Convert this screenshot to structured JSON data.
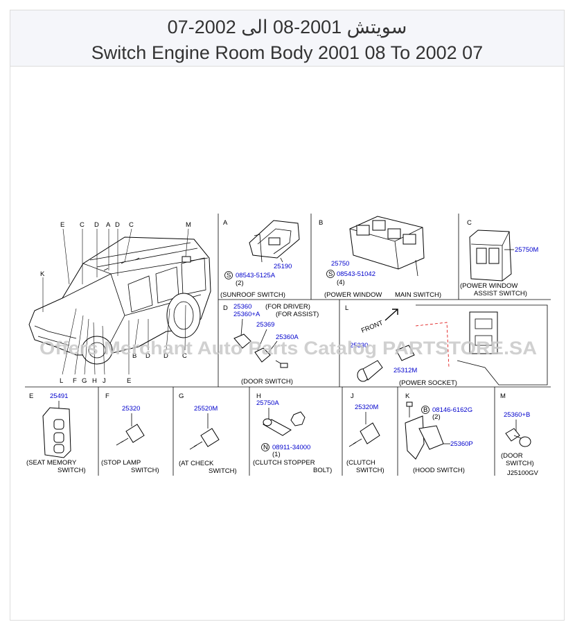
{
  "header": {
    "title_ar": "سويتش 2001-08 الى 2002-07",
    "title_en": "Switch Engine Room Body 2001 08 To 2002 07"
  },
  "watermark": "Offers Merchant Auto Parts Catalog PARTSTORE.SA",
  "overview": {
    "callouts_top": [
      "E",
      "C",
      "D",
      "A",
      "D",
      "C",
      "M"
    ],
    "callout_k": "K",
    "callouts_bottom": [
      "L",
      "F",
      "G",
      "H",
      "J",
      "E",
      "B",
      "D",
      "D",
      "C"
    ]
  },
  "panels": {
    "A": {
      "letter": "A",
      "part": "25190",
      "screw": "08543-5125A",
      "screw_symbol": "S",
      "qty": "(2)",
      "caption": "(SUNROOF  SWITCH)"
    },
    "B": {
      "letter": "B",
      "part": "25750",
      "screw": "08543-51042",
      "screw_symbol": "S",
      "qty": "(4)",
      "caption1": "(POWER  WINDOW",
      "caption2": "MAIN  SWITCH)"
    },
    "C": {
      "letter": "C",
      "part": "25750M",
      "caption1": "(POWER  WINDOW",
      "caption2": "ASSIST  SWITCH)"
    },
    "D": {
      "letter": "D",
      "part1": "25360",
      "note1": "(FOR  DRIVER)",
      "part2": "25360+A",
      "note2": "(FOR  ASSIST)",
      "part3": "25369",
      "part4": "25360A",
      "caption": "(DOOR  SWITCH)"
    },
    "L": {
      "letter": "L",
      "front": "FRONT",
      "part1": "25330",
      "part2": "25312M",
      "caption": "(POWER  SOCKET)"
    },
    "E": {
      "letter": "E",
      "part": "25491",
      "caption1": "(SEAT  MEMORY",
      "caption2": "SWITCH)"
    },
    "F": {
      "letter": "F",
      "part": "25320",
      "caption1": "(STOP  LAMP",
      "caption2": "SWITCH)"
    },
    "G": {
      "letter": "G",
      "part": "25520M",
      "caption1": "(AT  CHECK",
      "caption2": "SWITCH)"
    },
    "H": {
      "letter": "H",
      "part": "25750A",
      "bolt": "08911-34000",
      "bolt_symbol": "N",
      "qty": "(1)",
      "caption1": "(CLUTCH  STOPPER",
      "caption2": "BOLT)"
    },
    "J": {
      "letter": "J",
      "part": "25320M",
      "caption1": "(CLUTCH",
      "caption2": "SWITCH)"
    },
    "K": {
      "letter": "K",
      "bolt": "08146-6162G",
      "bolt_symbol": "B",
      "qty": "(2)",
      "part": "25360P",
      "caption": "(HOOD  SWITCH)"
    },
    "M": {
      "letter": "M",
      "part": "25360+B",
      "caption1": "(DOOR",
      "caption2": "SWITCH)",
      "code": "J25100GV"
    }
  }
}
